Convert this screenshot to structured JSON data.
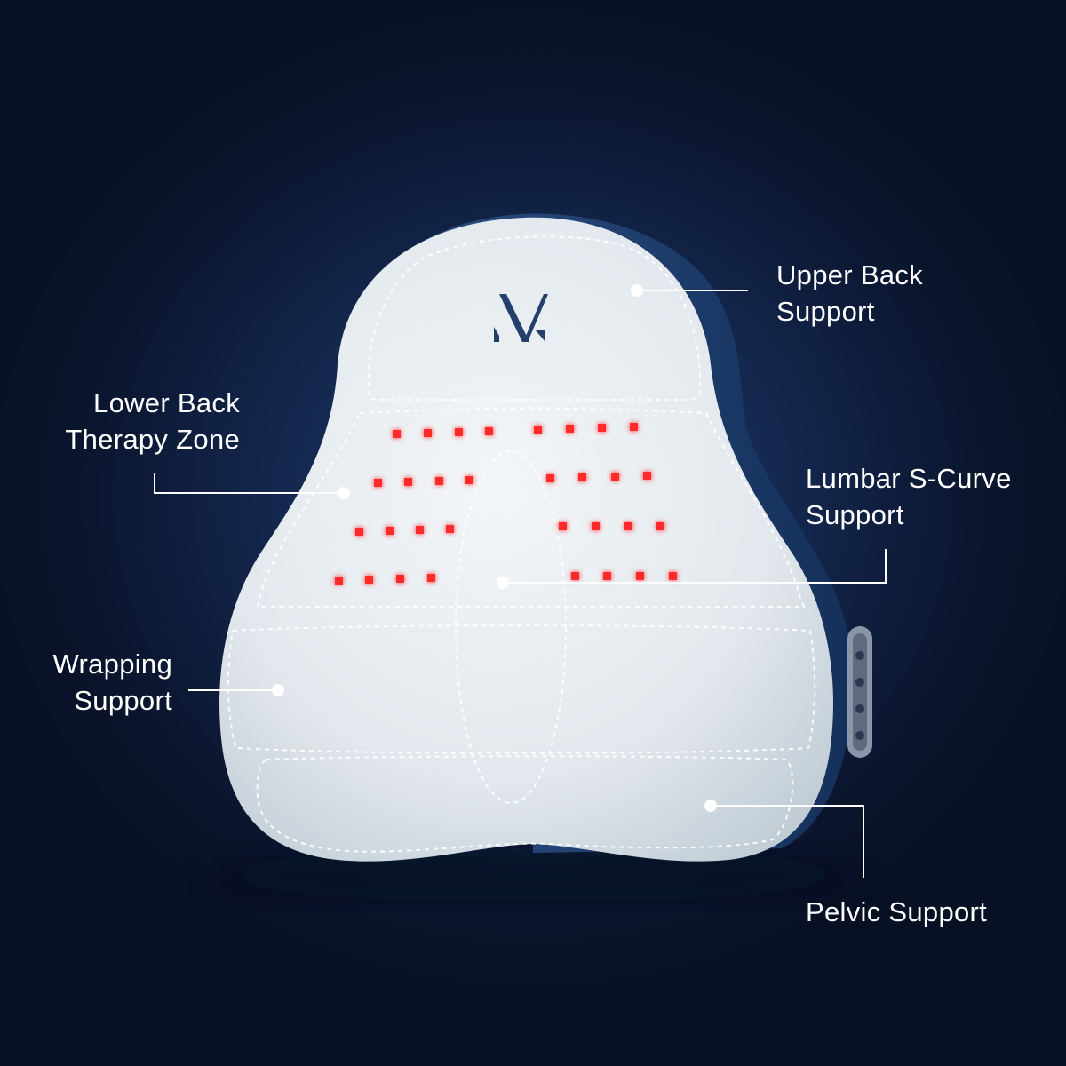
{
  "brand": {
    "logo_letter": "M"
  },
  "callouts": {
    "upper_back": {
      "line1": "Upper Back",
      "line2": "Support"
    },
    "lower_back": {
      "line1": "Lower Back",
      "line2": "Therapy Zone"
    },
    "lumbar": {
      "line1": "Lumbar S-Curve",
      "line2": "Support"
    },
    "wrapping": {
      "line1": "Wrapping",
      "line2": "Support"
    },
    "pelvic": {
      "line1": "Pelvic Support"
    }
  },
  "colors": {
    "background": "#0b1530",
    "pillow": "#e4eaef",
    "pillow_shadow": "#b9c5cf",
    "back_cover": "#1d3a66",
    "red_led": "#ff2a2a",
    "logo": "#22406b",
    "callout": "#ffffff"
  },
  "icons": [
    "brand-logo",
    "callout-dot",
    "red-light-led",
    "control-panel-button"
  ],
  "red_light_rows": [
    4,
    4,
    4,
    4
  ]
}
